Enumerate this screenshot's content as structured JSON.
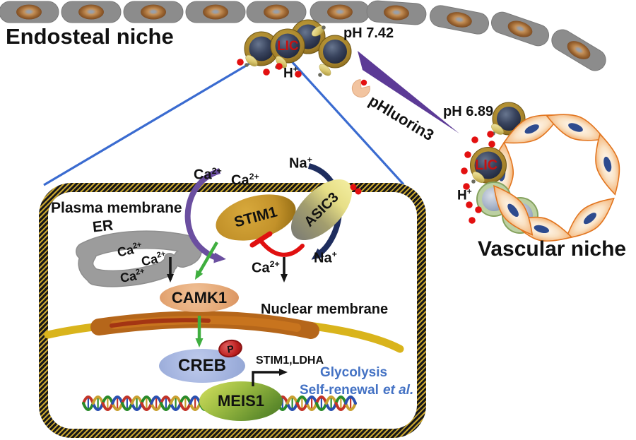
{
  "labels": {
    "endosteal_niche": "Endosteal niche",
    "vascular_niche": "Vascular niche",
    "ph_endosteal": "pH 7.42",
    "ph_vascular": "pH 6.89",
    "phluorin": "pHluorin3",
    "lic_endosteal": "LIC",
    "lic_vascular": "LIC",
    "plasma_membrane": "Plasma membrane",
    "er": "ER",
    "nuclear_membrane": "Nuclear membrane",
    "stim1": "STIM1",
    "asic3": "ASIC3",
    "camk1": "CAMK1",
    "creb": "CREB",
    "phospho": "P",
    "meis1": "MEIS1",
    "target_genes": "STIM1,LDHA",
    "glycolysis": "Glycolysis",
    "self_renewal": "Self-renewal",
    "et_al": "et al."
  },
  "ions": {
    "h": {
      "base": "H",
      "sup": "+"
    },
    "ca": {
      "base": "Ca",
      "sup": "2+"
    },
    "na": {
      "base": "Na",
      "sup": "+"
    }
  },
  "colors": {
    "blue_line": "#3A6BD0",
    "wedge_purple": "#5C3A96",
    "red_dot": "#E31010",
    "lic_text": "#C41212",
    "blue_text": "#4472C4",
    "purple_arrow": "#6B4FA0",
    "navy_arrow": "#1E2D5E",
    "green_arrow": "#3FAE3F",
    "inhibit_red": "#E01010",
    "black": "#161616",
    "gray_cell": "#8C8C8C",
    "er_gray": "#9C9C9C",
    "spindle_stroke": "#E2751F",
    "spindle_nucleus": "#2E4B8E",
    "green_ring": "#BCD0A2",
    "green_ring_edge": "#85A25E"
  },
  "counts": {
    "endosteal_cells": 10,
    "lic_cluster_cells": 4,
    "vascular_endothelial_cells": 7,
    "vascular_green_cells": 2,
    "proton_dots_endosteal": 4,
    "proton_dots_vascular": 9
  }
}
